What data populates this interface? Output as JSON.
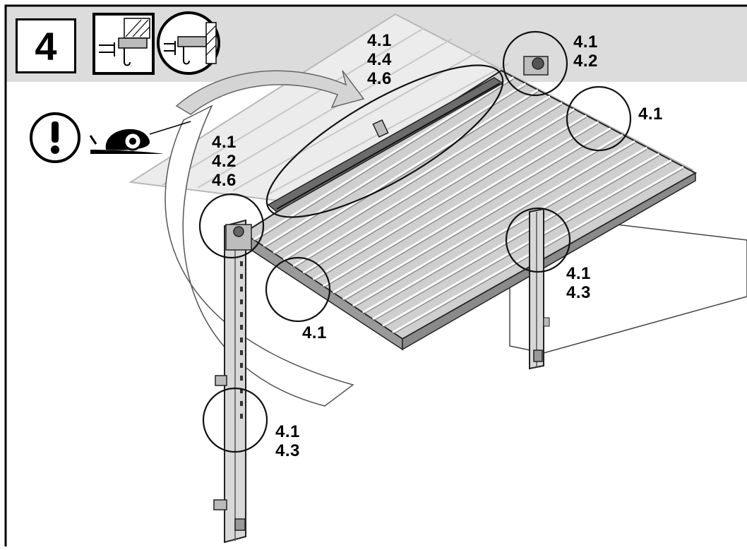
{
  "step": {
    "number": "4"
  },
  "icons": {
    "mount_options": [
      "lintel-mount-icon",
      "wall-mount-icon"
    ],
    "caution": "exclamation-icon",
    "speed": "snail-icon"
  },
  "callouts": [
    {
      "id": "top-rail",
      "lines": [
        "4.1",
        "4.4",
        "4.6"
      ]
    },
    {
      "id": "top-right-bracket",
      "lines": [
        "4.1",
        "4.2"
      ]
    },
    {
      "id": "right-track",
      "lines": [
        "4.1"
      ]
    },
    {
      "id": "left-bracket",
      "lines": [
        "4.1",
        "4.2",
        "4.6"
      ]
    },
    {
      "id": "front-left-corner",
      "lines": [
        "4.1"
      ]
    },
    {
      "id": "right-frame",
      "lines": [
        "4.1",
        "4.3"
      ]
    },
    {
      "id": "left-frame",
      "lines": [
        "4.1",
        "4.3"
      ]
    }
  ]
}
